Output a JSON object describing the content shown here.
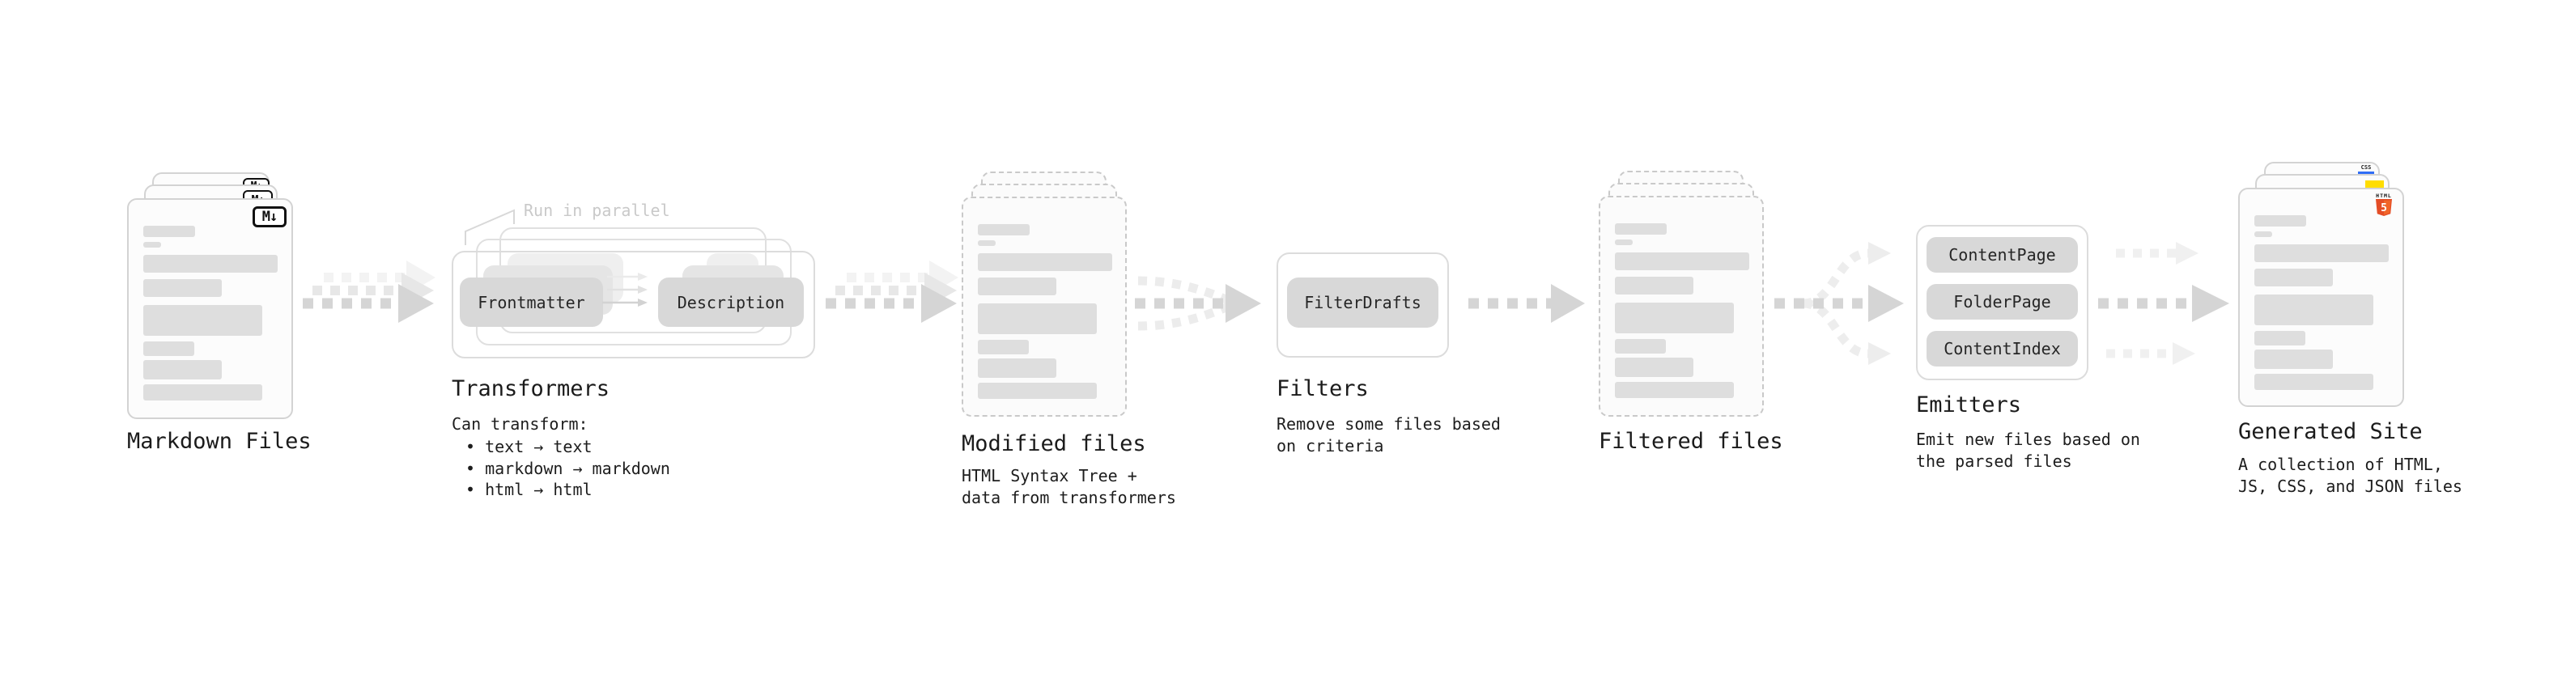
{
  "stages": [
    {
      "title": "Markdown Files"
    },
    {
      "title": "Transformers",
      "callout": "Run in parallel",
      "pills": [
        "Frontmatter",
        "Description"
      ],
      "note": "Can transform:",
      "bullets": [
        "• text → text",
        "• markdown → markdown",
        "• html → html"
      ]
    },
    {
      "title": "Modified files",
      "desc": [
        "HTML Syntax Tree +",
        "data from transformers"
      ]
    },
    {
      "title": "Filters",
      "pills": [
        "FilterDrafts"
      ],
      "desc": [
        "Remove some files based",
        "on criteria"
      ]
    },
    {
      "title": "Filtered files"
    },
    {
      "title": "Emitters",
      "pills": [
        "ContentPage",
        "FolderPage",
        "ContentIndex"
      ],
      "desc": [
        "Emit new files based on",
        "the parsed files"
      ]
    },
    {
      "title": "Generated Site",
      "desc": [
        "A collection of HTML,",
        "JS, CSS, and JSON files"
      ]
    }
  ],
  "badges": {
    "markdown": "M↓",
    "css_label": "CSS",
    "html_label": "HTML",
    "html5_number": "5"
  },
  "colors": {
    "html5_orange": "#e44d26",
    "html5_orange_light": "#f16529",
    "css_blue": "#2f6df6",
    "js_yellow": "#ffdd00",
    "arrow_gray": "#d5d5d5",
    "pill_gray": "#d8d8d8",
    "text_dark": "#1b1b1b",
    "muted_gray": "#c9c9c9"
  }
}
